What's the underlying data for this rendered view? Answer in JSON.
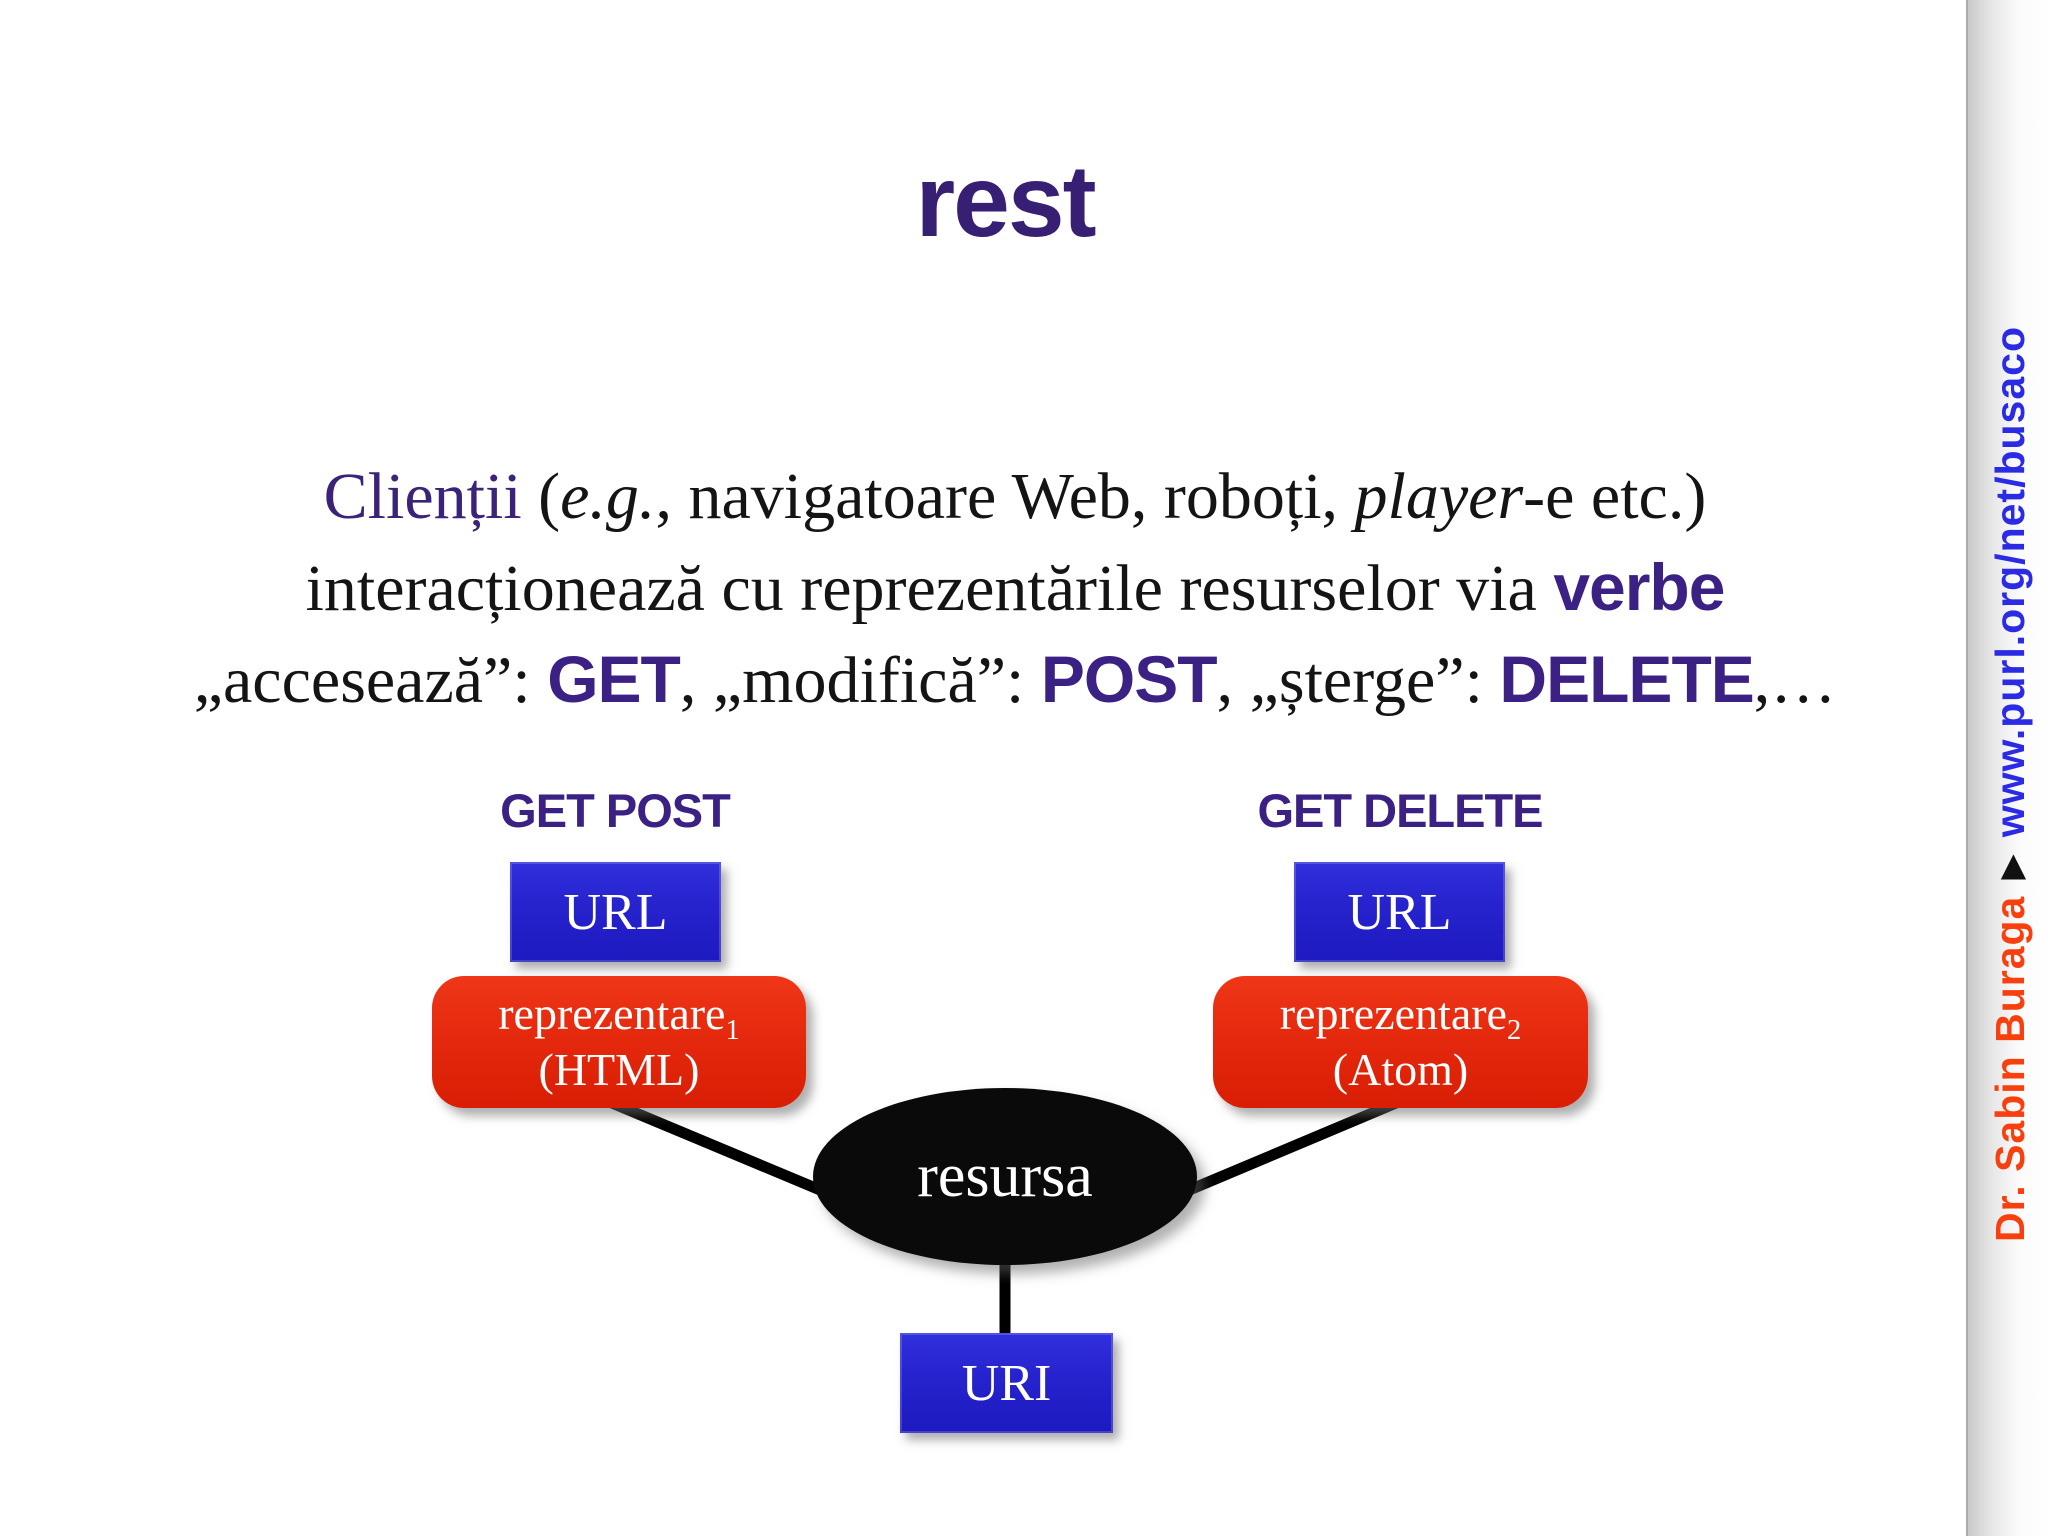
{
  "title": "rest",
  "body": {
    "l1_client": "Clienții",
    "l1_pre": " (",
    "l1_eg": "e.g.",
    "l1_mid": ", navigatoare Web, roboți, ",
    "l1_player": "player",
    "l1_end": "-e etc.)",
    "l2_pre": "interacționează cu reprezentările resurselor via ",
    "l2_verbe": "verbe",
    "l3_a": "„accesează”: ",
    "l3_get": "GET",
    "l3_b": ", „modifică”: ",
    "l3_post": "POST",
    "l3_c": ", „șterge”: ",
    "l3_delete": "DELETE",
    "l3_end": ",…"
  },
  "diagram": {
    "left": {
      "verbs": "GET POST",
      "url": "URL",
      "rep": "reprezentare",
      "rep_sub": "1",
      "format": "(HTML)"
    },
    "right": {
      "verbs": "GET DELETE",
      "url": "URL",
      "rep": "reprezentare",
      "rep_sub": "2",
      "format": "(Atom)"
    },
    "resource": "resursa",
    "uri": "URI"
  },
  "sidebar": {
    "author": "Dr. Sabin Buraga",
    "separator": "▶",
    "site": "www.purl.org/net/busaco"
  },
  "colors": {
    "accent_indigo": "#371f73",
    "verb_purple": "#3b2183",
    "box_blue": "#2622cd",
    "box_red": "#e5290e",
    "ellipse_black": "#0a0a0a",
    "author_orange": "#f8400e",
    "link_blue": "#2b2be4"
  }
}
